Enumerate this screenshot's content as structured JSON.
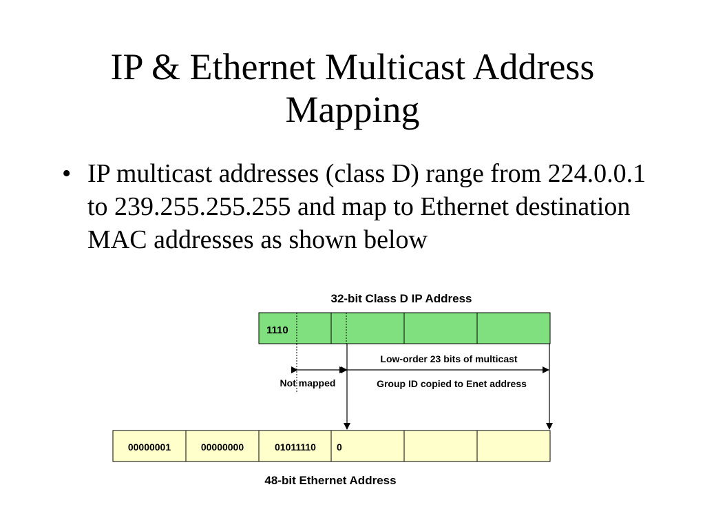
{
  "slide": {
    "title_line1": "IP & Ethernet Multicast Address",
    "title_line2": "Mapping",
    "bullet": "IP multicast addresses (class D) range from 224.0.0.1 to 239.255.255.255 and map to Ethernet destination MAC addresses as shown below"
  },
  "diagram": {
    "ip_label": "32-bit Class D IP Address",
    "ip_prefix": "1110",
    "low_order_label": "Low-order 23 bits of multicast",
    "not_mapped_label": "Not mapped",
    "group_id_label": "Group ID copied to Enet address",
    "eth_cells": [
      "00000001",
      "00000000",
      "01011110",
      "0"
    ],
    "eth_label": "48-bit Ethernet Address",
    "colors": {
      "ip_fill": "#80e080",
      "eth_fill": "#ffffcc",
      "stroke": "#000000"
    }
  }
}
